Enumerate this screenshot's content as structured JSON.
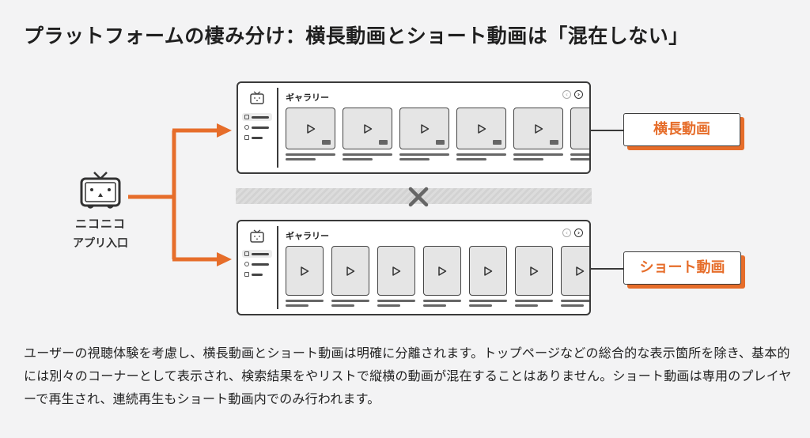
{
  "title": "プラットフォームの棲み分け：横長動画とショート動画は「混在しない」",
  "app_entry": {
    "logo_text": "ニコニコ",
    "label": "アプリ入口",
    "icon": "niconico-tv-icon"
  },
  "panels": {
    "long": {
      "gallery_title": "ギャラリー",
      "label": "横長動画",
      "thumbnail_count": 6,
      "thumbnail_orientation": "landscape"
    },
    "short": {
      "gallery_title": "ギャラリー",
      "label": "ショート動画",
      "thumbnail_count": 7,
      "thumbnail_orientation": "portrait"
    }
  },
  "nav": {
    "prev": "‹",
    "next": "›"
  },
  "separator": {
    "icon": "cross-icon",
    "meaning": "not mixed"
  },
  "caption": "ユーザーの視聴体験を考慮し、横長動画とショート動画は明確に分離されます。トップページなどの総合的な表示箇所を除き、基本的には別々のコーナーとして表示され、検索結果をやリストで縦横の動画が混在することはありません。ショート動画は専用のプレイヤーで再生され、連続再生もショート動画内でのみ行われます。",
  "colors": {
    "accent": "#e66d2a",
    "outline": "#3a3a3a",
    "background": "#f3f3f4"
  }
}
